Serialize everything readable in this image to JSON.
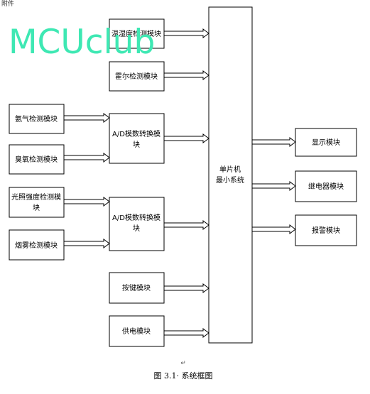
{
  "corner_text": "附件",
  "watermark": "MCUclub",
  "blocks": {
    "temp_humidity": "温湿度检测模块",
    "hall": "霍尔检测模块",
    "ammonia": "氨气检测模块",
    "ozone": "臭氧检测模块",
    "light": [
      "光照强度检测模",
      "块"
    ],
    "smoke": "烟雾检测模块",
    "adc_top": [
      "A/D模数转换模",
      "块"
    ],
    "adc_bottom": [
      "A/D模数转换模",
      "块"
    ],
    "key": "按键模块",
    "power": "供电模块",
    "mcu": [
      "单片机",
      "最小系统"
    ],
    "display": "显示模块",
    "relay": "继电器模块",
    "alarm": "报警模块"
  },
  "caption": "图 3.1· 系统框图",
  "return_mark": "↵"
}
